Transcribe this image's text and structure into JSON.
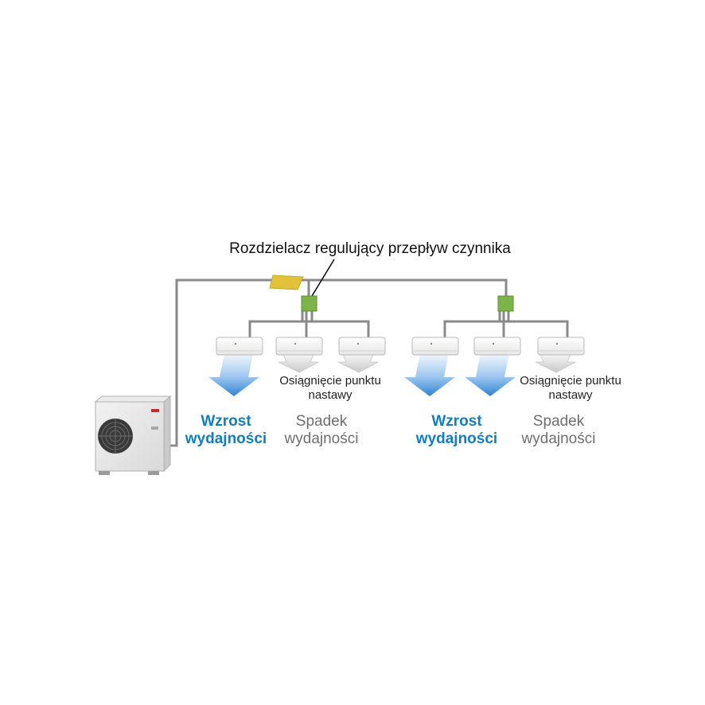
{
  "diagram": {
    "title": "Rozdzielacz regulujący przepływ czynnika",
    "group1": {
      "increase": [
        "Wzrost",
        "wydajności"
      ],
      "setpoint": [
        "Osiągnięcie punktu",
        "nastawy"
      ],
      "decrease": [
        "Spadek",
        "wydajności"
      ]
    },
    "group2": {
      "increase": [
        "Wzrost",
        "wydajności"
      ],
      "setpoint": [
        "Osiągnięcie punktu",
        "nastawy"
      ],
      "decrease": [
        "Spadek",
        "wydajności"
      ]
    }
  },
  "colors": {
    "pipe": "#8a8a8a",
    "valve": "#e2c23a",
    "branch_box": "#7db44a",
    "increase_text": "#0f7fc1",
    "decrease_text": "#6f6f6f",
    "airflow_blue": "#3f8fd8",
    "airflow_grey": "#d3d3d3"
  },
  "icons": {
    "outdoor_unit": "outdoor-unit-icon",
    "indoor_unit": "indoor-unit-icon",
    "valve": "flow-valve-icon",
    "branch": "branch-box-icon",
    "airflow": "airflow-arrow-icon"
  }
}
